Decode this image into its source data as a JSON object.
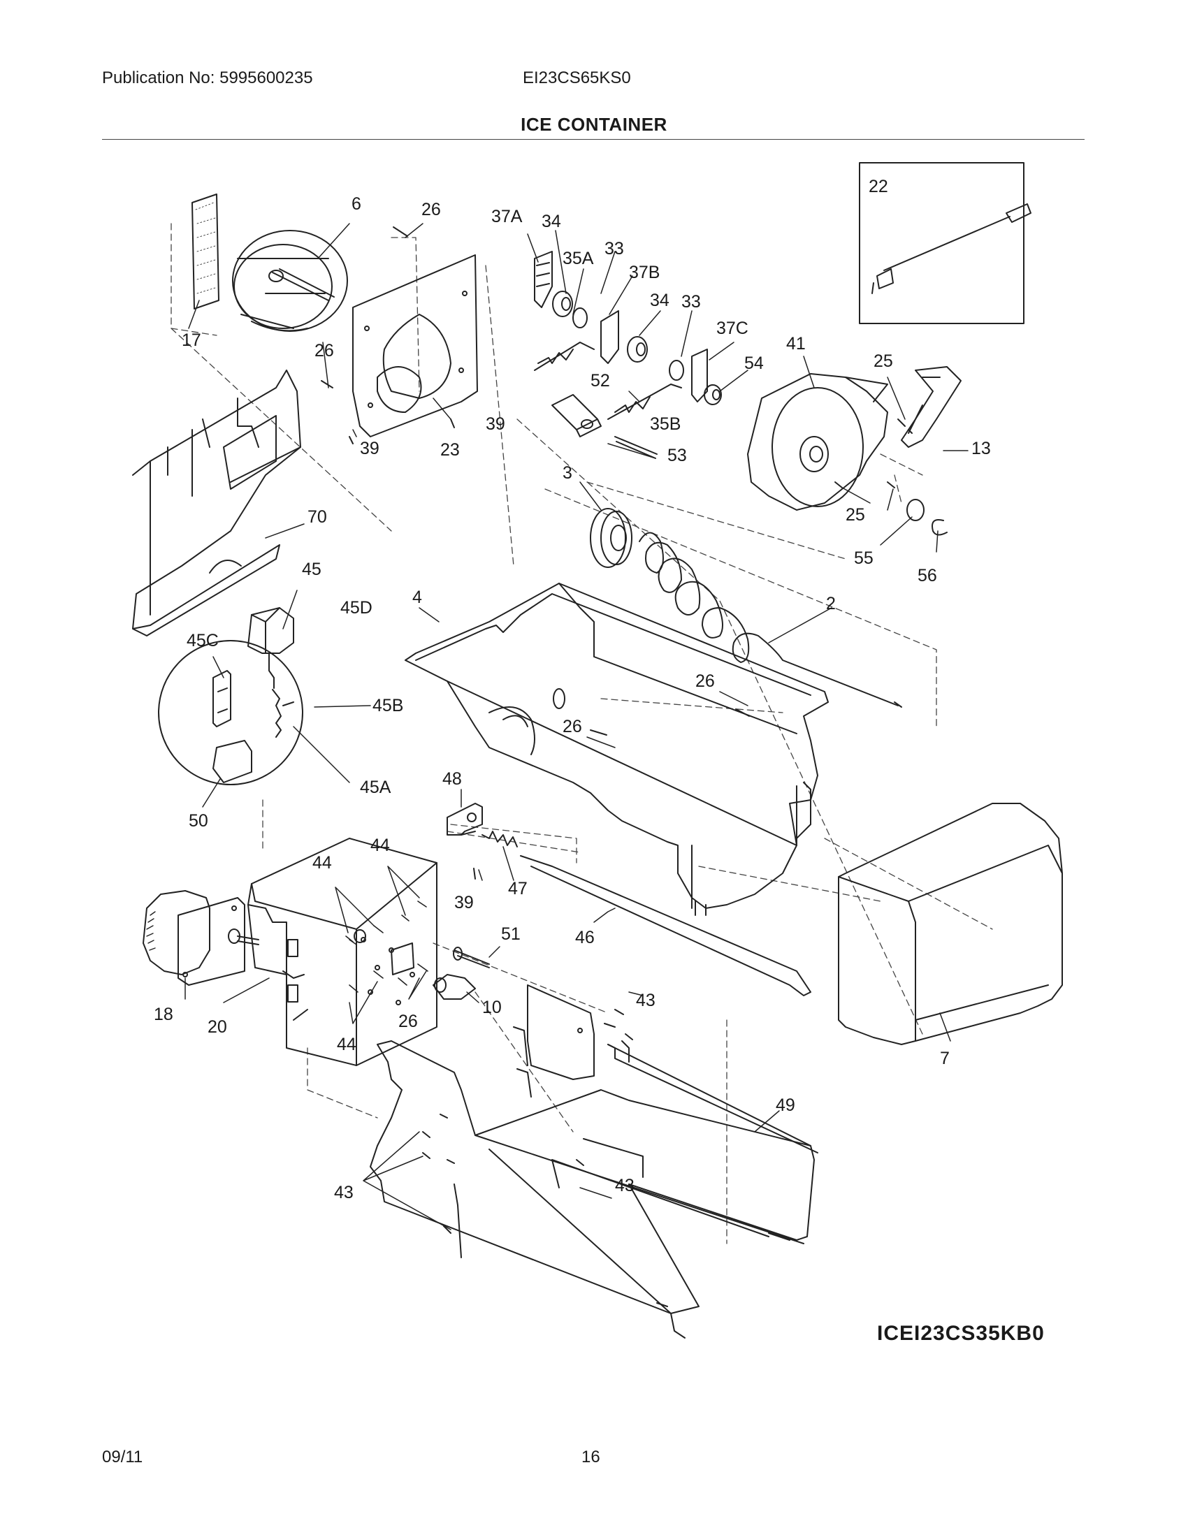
{
  "header": {
    "publication": "Publication No: 5995600235",
    "model": "EI23CS65KS0",
    "title": "ICE CONTAINER"
  },
  "callouts": [
    "6",
    "26",
    "37A",
    "34",
    "35A",
    "33",
    "37B",
    "34",
    "33",
    "37C",
    "41",
    "54",
    "25",
    "22",
    "17",
    "26",
    "52",
    "13",
    "39",
    "39",
    "23",
    "35B",
    "53",
    "3",
    "25",
    "55",
    "56",
    "70",
    "45",
    "45D",
    "4",
    "2",
    "45C",
    "45B",
    "26",
    "26",
    "45A",
    "48",
    "50",
    "44",
    "44",
    "47",
    "39",
    "51",
    "46",
    "43",
    "18",
    "20",
    "26",
    "10",
    "44",
    "7",
    "49",
    "43",
    "43"
  ],
  "footer": {
    "reference": "ICEI23CS35KB0",
    "date": "09/11",
    "page": "16"
  }
}
